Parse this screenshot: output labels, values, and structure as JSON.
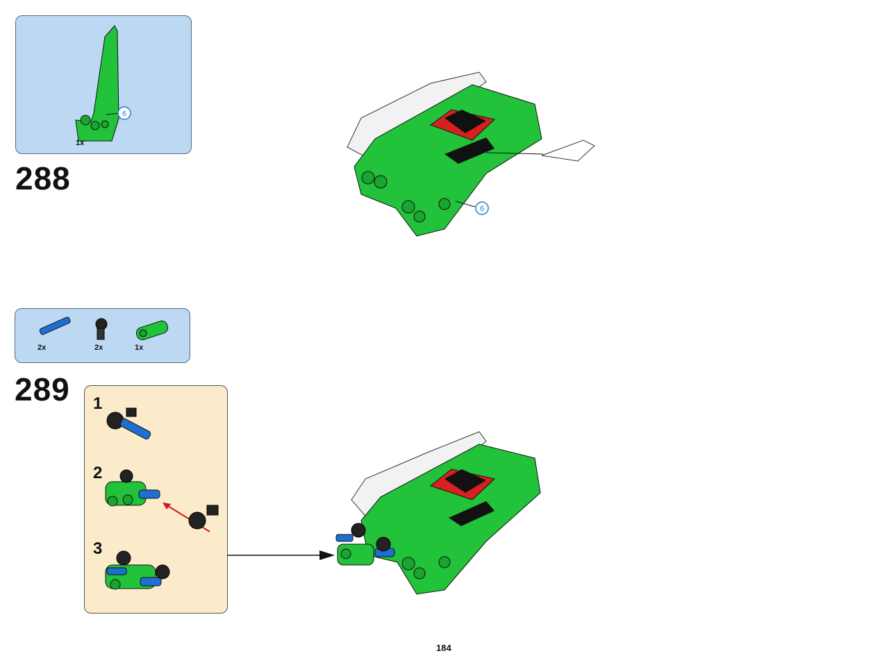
{
  "colors": {
    "parts_box_bg": "#bcd8f2",
    "callout_bg": "#fbebcb",
    "brick_green": "#22c23a",
    "brick_blue": "#1f6fd0",
    "brick_black": "#222222",
    "callout_badge": "#1a7ec8"
  },
  "step_288": {
    "number": "288",
    "parts": [
      {
        "name": "green-panel",
        "qty": "1x"
      }
    ],
    "callout_marker": "6"
  },
  "step_289": {
    "number": "289",
    "parts": [
      {
        "name": "blue-axle-pin",
        "qty": "2x"
      },
      {
        "name": "black-connector",
        "qty": "2x"
      },
      {
        "name": "green-connector",
        "qty": "1x"
      }
    ],
    "substeps": [
      "1",
      "2",
      "3"
    ]
  },
  "page_number": "184"
}
